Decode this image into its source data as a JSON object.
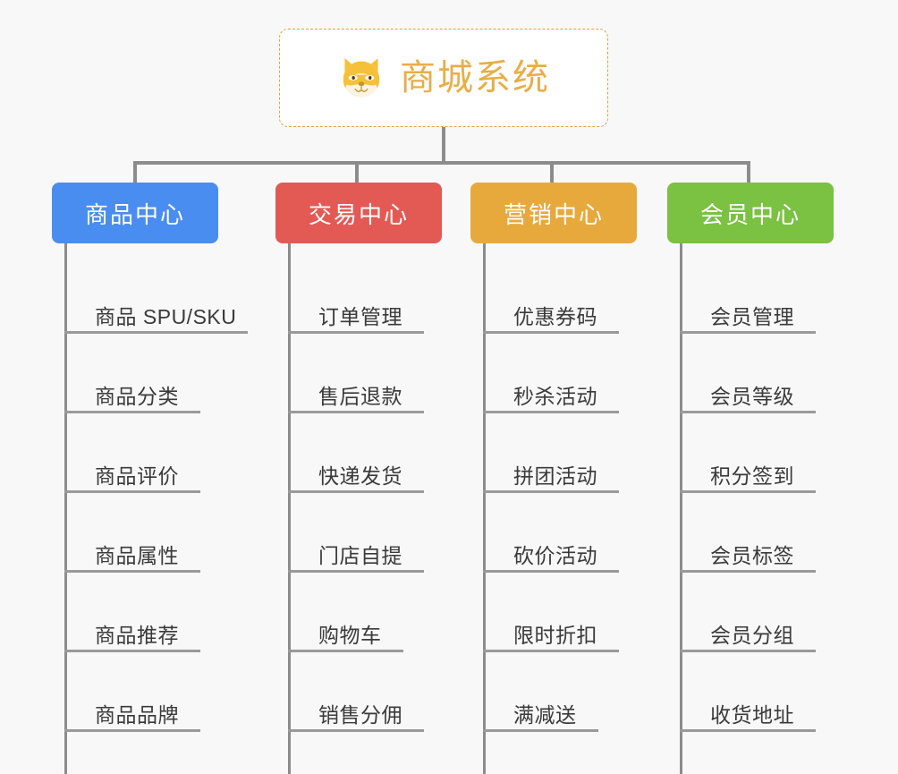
{
  "page": {
    "background_color": "#f8f8f8",
    "type": "organization-chart"
  },
  "root": {
    "title": "商城系统",
    "icon": "shiba-dog-face-icon",
    "text_color": "#e8ae47",
    "border_color": "#e0a33c",
    "background_color": "#ffffff"
  },
  "connector_color": "#8c8c8c",
  "columns": [
    {
      "header": "商品中心",
      "color": "#4a8df0",
      "items": [
        {
          "label": "商品 SPU/SKU",
          "rule_width": 205
        },
        {
          "label": "商品分类",
          "rule_width": 152
        },
        {
          "label": "商品评价",
          "rule_width": 152
        },
        {
          "label": "商品属性",
          "rule_width": 152
        },
        {
          "label": "商品推荐",
          "rule_width": 152
        },
        {
          "label": "商品品牌",
          "rule_width": 152
        }
      ]
    },
    {
      "header": "交易中心",
      "color": "#e35a55",
      "items": [
        {
          "label": "订单管理",
          "rule_width": 152
        },
        {
          "label": "售后退款",
          "rule_width": 152
        },
        {
          "label": "快递发货",
          "rule_width": 152
        },
        {
          "label": "门店自提",
          "rule_width": 152
        },
        {
          "label": "购物车",
          "rule_width": 129
        },
        {
          "label": "销售分佣",
          "rule_width": 152
        }
      ]
    },
    {
      "header": "营销中心",
      "color": "#e8a93c",
      "items": [
        {
          "label": "优惠券码",
          "rule_width": 152
        },
        {
          "label": "秒杀活动",
          "rule_width": 152
        },
        {
          "label": "拼团活动",
          "rule_width": 152
        },
        {
          "label": "砍价活动",
          "rule_width": 152
        },
        {
          "label": "限时折扣",
          "rule_width": 152
        },
        {
          "label": "满减送",
          "rule_width": 129
        }
      ]
    },
    {
      "header": "会员中心",
      "color": "#7bc142",
      "items": [
        {
          "label": "会员管理",
          "rule_width": 152
        },
        {
          "label": "会员等级",
          "rule_width": 152
        },
        {
          "label": "积分签到",
          "rule_width": 152
        },
        {
          "label": "会员标签",
          "rule_width": 152
        },
        {
          "label": "会员分组",
          "rule_width": 152
        },
        {
          "label": "收货地址",
          "rule_width": 152
        }
      ]
    }
  ]
}
